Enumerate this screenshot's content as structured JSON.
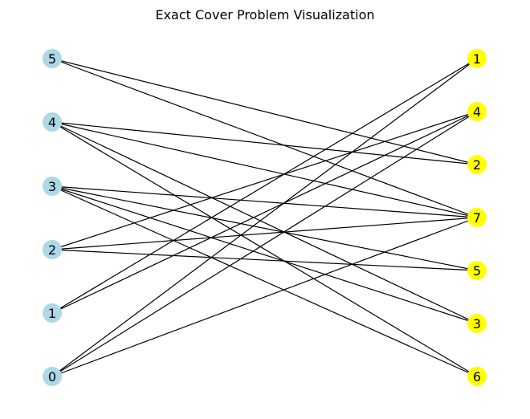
{
  "title": "Exact Cover Problem Visualization",
  "colors": {
    "left_node": "#add8e6",
    "right_node": "#ffff00",
    "edge": "#000000",
    "background": "#ffffff"
  },
  "left_nodes": [
    {
      "id": "L5",
      "label": "5"
    },
    {
      "id": "L4",
      "label": "4"
    },
    {
      "id": "L3",
      "label": "3"
    },
    {
      "id": "L2",
      "label": "2"
    },
    {
      "id": "L1",
      "label": "1"
    },
    {
      "id": "L0",
      "label": "0"
    }
  ],
  "right_nodes": [
    {
      "id": "R1",
      "label": "1"
    },
    {
      "id": "R4",
      "label": "4"
    },
    {
      "id": "R2",
      "label": "2"
    },
    {
      "id": "R7",
      "label": "7"
    },
    {
      "id": "R5",
      "label": "5"
    },
    {
      "id": "R3",
      "label": "3"
    },
    {
      "id": "R6",
      "label": "6"
    }
  ],
  "edges": [
    [
      "L5",
      "R2"
    ],
    [
      "L5",
      "R7"
    ],
    [
      "L4",
      "R2"
    ],
    [
      "L4",
      "R7"
    ],
    [
      "L4",
      "R3"
    ],
    [
      "L4",
      "R6"
    ],
    [
      "L3",
      "R7"
    ],
    [
      "L3",
      "R5"
    ],
    [
      "L3",
      "R3"
    ],
    [
      "L3",
      "R6"
    ],
    [
      "L2",
      "R4"
    ],
    [
      "L2",
      "R7"
    ],
    [
      "L2",
      "R5"
    ],
    [
      "L1",
      "R1"
    ],
    [
      "L1",
      "R4"
    ],
    [
      "L0",
      "R1"
    ],
    [
      "L0",
      "R4"
    ],
    [
      "L0",
      "R7"
    ]
  ]
}
